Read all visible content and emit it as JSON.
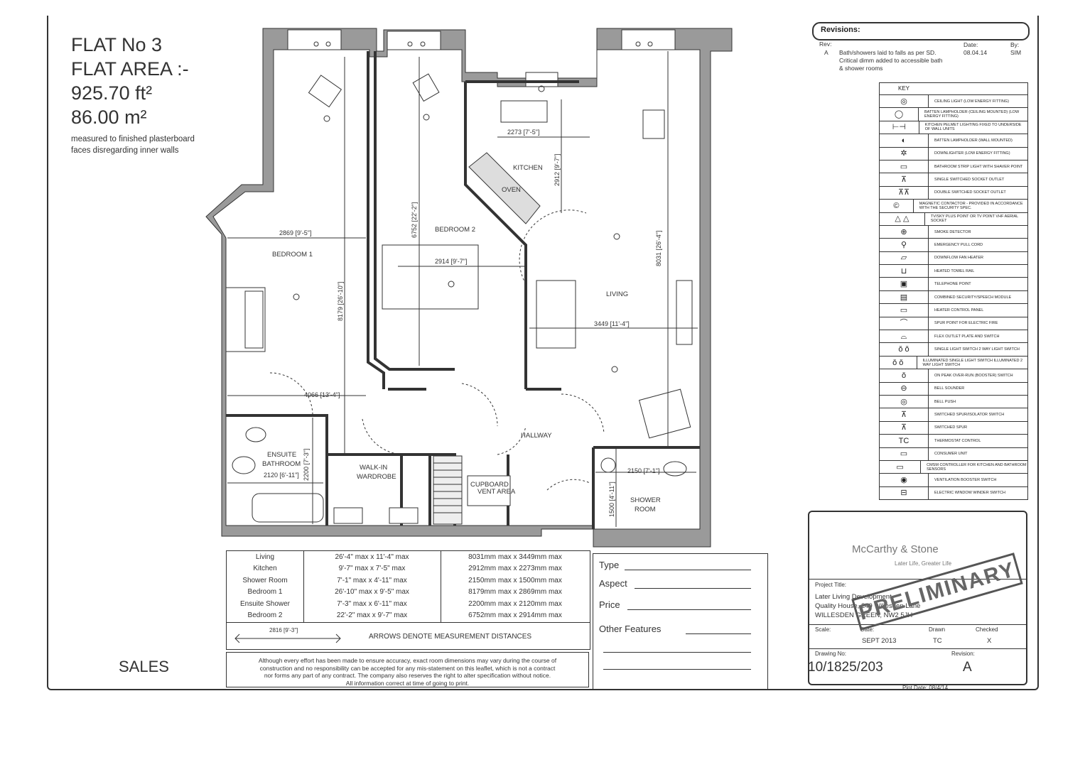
{
  "header": {
    "flat_no": "FLAT No 3",
    "flat_area_label": "FLAT AREA :-",
    "area_ft": "925.70 ft²",
    "area_m": "86.00 m²",
    "note_line1": "measured to finished plasterboard",
    "note_line2": "faces disregarding inner walls"
  },
  "rooms": {
    "bedroom1": "BEDROOM 1",
    "bedroom2": "BEDROOM 2",
    "kitchen": "KITCHEN",
    "oven": "OVEN",
    "living": "LIVING",
    "hallway": "HALLWAY",
    "walkin1": "WALK-IN",
    "walkin2": "WARDROBE",
    "cupboard": "CUPBOARD",
    "vent": "VENT AREA",
    "ensuite1": "ENSUITE",
    "ensuite2": "BATHROOM",
    "shower1": "SHOWER",
    "shower2": "ROOM"
  },
  "dims": {
    "bed1_width": "2869 [9'-5\"]",
    "bed1_len": "8179 [26'-10\"]",
    "bed2_len": "6752 [22'-2\"]",
    "bed2_width": "2914 [9'-7\"]",
    "kitchen_w": "2273 [7'-5\"]",
    "kitchen_l": "2912 [9'-7\"]",
    "living_l": "8031 [26'-4\"]",
    "living_w": "3449 [11'-4\"]",
    "hall_w": "4066 [13'-4\"]",
    "ens_w": "2120 [6'-11\"]",
    "ens_l": "2200 [7'-3\"]",
    "shower_w": "2150 [7'-1\"]",
    "shower_l": "1500 [4'-11\"]"
  },
  "revisions": {
    "title": "Revisions:",
    "rev_hdr": "Rev:",
    "date_hdr": "Date:",
    "by_hdr": "By:",
    "rev": "A",
    "desc1": "Bath/showers laid to falls as per SD.",
    "desc2": "Critical dimm added to accessible bath",
    "desc3": "& shower rooms",
    "date": "08.04.14",
    "by": "SIM"
  },
  "key": {
    "title": "KEY",
    "items": [
      {
        "sym": "◎",
        "text": "CEILING LIGHT (LOW ENERGY FITTING)"
      },
      {
        "sym": "◯",
        "text": "BATTEN LAMPHOLDER (CEILING MOUNTED) (LOW ENERGY FITTING)"
      },
      {
        "sym": "⊢⊣",
        "text": "KITCHEN PELMET LIGHTING FIXED TO UNDERSIDE OF WALL UNITS"
      },
      {
        "sym": "◐",
        "text": "BATTEN LAMPHOLDER (WALL MOUNTED)"
      },
      {
        "sym": "✲",
        "text": "DOWNLIGHTER (LOW ENERGY FITTING)"
      },
      {
        "sym": "▭",
        "text": "BATHROOM STRIP LIGHT WITH SHAVER POINT"
      },
      {
        "sym": "⊼",
        "text": "SINGLE SWITCHED SOCKET OUTLET"
      },
      {
        "sym": "⊼⊼",
        "text": "DOUBLE SWITCHED SOCKET OUTLET"
      },
      {
        "sym": "©",
        "text": "MAGNETIC CONTACTOR - PROVIDED IN ACCORDANCE WITH THE SECURITY SPEC."
      },
      {
        "sym": "△ △",
        "text": "TV/SKY PLUS POINT OR TV POINT VHF AERIAL SOCKET"
      },
      {
        "sym": "⊕",
        "text": "SMOKE DETECTOR"
      },
      {
        "sym": "⚲",
        "text": "EMERGENCY PULL CORD"
      },
      {
        "sym": "▱",
        "text": "DOWNFLOW FAN HEATER"
      },
      {
        "sym": "⊔",
        "text": "HEATED TOWEL RAIL"
      },
      {
        "sym": "▣",
        "text": "TELEPHONE POINT"
      },
      {
        "sym": "▤",
        "text": "COMBINED SECURITY/SPEECH MODULE"
      },
      {
        "sym": "▭",
        "text": "HEATER CONTROL PANEL"
      },
      {
        "sym": "⌒",
        "text": "SPUR POINT FOR ELECTRIC FIRE"
      },
      {
        "sym": "⌓",
        "text": "FLEX OUTLET PLATE AND SWITCH"
      },
      {
        "sym": "ǒ ǒ",
        "text": "SINGLE LIGHT SWITCH 2 WAY LIGHT SWITCH"
      },
      {
        "sym": "ǒ ǒ",
        "text": "ILLUMINATED SINGLE LIGHT SWITCH ILLUMINATED 2 WAY LIGHT SWITCH"
      },
      {
        "sym": "ǒ",
        "text": "ON PEAK OVER-RUN (BOOSTER) SWITCH"
      },
      {
        "sym": "⊖",
        "text": "BELL SOUNDER"
      },
      {
        "sym": "◎",
        "text": "BELL PUSH"
      },
      {
        "sym": "⊼",
        "text": "SWITCHED SPUR/ISOLATOR SWITCH"
      },
      {
        "sym": "⊼",
        "text": "SWITCHED SPUR"
      },
      {
        "sym": "TC",
        "text": "THERMOSTAT CONTROL"
      },
      {
        "sym": "▭",
        "text": "CONSUMER UNIT"
      },
      {
        "sym": "▭",
        "text": "CMSM CONTROLLER FOR KITCHEN AND BATHROOM SENSORS"
      },
      {
        "sym": "◉",
        "text": "VENTILATION BOOSTER SWITCH"
      },
      {
        "sym": "⊟",
        "text": "ELECTRIC WINDOW WINDER SWITCH"
      }
    ]
  },
  "title_block": {
    "company": "McCarthy & Stone",
    "tagline": "Later Life, Greater Life",
    "stamp": "PRELIMINARY",
    "project_title_lbl": "Project Title:",
    "project1": "Later Living Development",
    "project2": "Quality House, 249 Willesden Lane",
    "project3": "WILLESDEN GREEN, NW2 5JH",
    "scale_lbl": "Scale:",
    "date_lbl": "Date:",
    "drawn_lbl": "Drawn",
    "checked_lbl": "Checked",
    "date": "SEPT 2013",
    "drawn": "TC",
    "checked": "X",
    "drawing_no_lbl": "Drawing No:",
    "revision_lbl": "Revision:",
    "drawing_no": "10/1825/203",
    "revision": "A",
    "plot_date": "Plot Date:  08/4/14"
  },
  "schedule": {
    "rows": [
      {
        "room": "Living",
        "imp": "26'-4\" max x 11'-4\" max",
        "met": "8031mm max x 3449mm max"
      },
      {
        "room": "Kitchen",
        "imp": "9'-7\" max x 7'-5\" max",
        "met": "2912mm max x 2273mm max"
      },
      {
        "room": "Shower Room",
        "imp": "7'-1\" max x 4'-11\" max",
        "met": "2150mm max x 1500mm max"
      },
      {
        "room": "Bedroom 1",
        "imp": "26'-10\" max x 9'-5\" max",
        "met": "8179mm max x 2869mm max"
      },
      {
        "room": "Ensuite Shower",
        "imp": "7'-3\" max x 6'-11\" max",
        "met": "2200mm max x 2120mm max"
      },
      {
        "room": "Bedroom 2",
        "imp": "22'-2\" max x 9'-7\" max",
        "met": "6752mm max x 2914mm max"
      }
    ],
    "arrow_dim": "2816 [9'-3\"]",
    "arrows_note": "ARROWS DENOTE MEASUREMENT DISTANCES"
  },
  "spec": {
    "type": "Type",
    "aspect": "Aspect",
    "price": "Price",
    "other": "Other Features"
  },
  "disclaimer": {
    "l1": "Although every effort has been made to ensure accuracy, exact room dimensions may vary during the course of",
    "l2": "construction and no responsibility can be accepted for any mis-statement on this leaflet, which is not a contract",
    "l3": "nor forms any part of any contract.   The company also reserves the right to alter specification without notice.",
    "l4": "All information correct at time of going to print."
  },
  "footer": {
    "sales": "SALES"
  }
}
